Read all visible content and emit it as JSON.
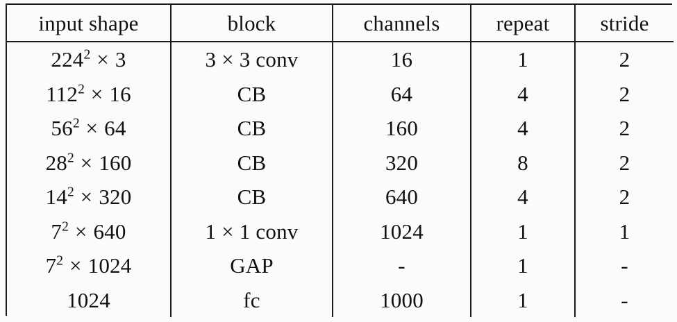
{
  "table": {
    "caption_present": false,
    "columns": [
      {
        "key": "input_shape",
        "label": "input shape"
      },
      {
        "key": "block",
        "label": "block"
      },
      {
        "key": "channels",
        "label": "channels"
      },
      {
        "key": "repeat",
        "label": "repeat"
      },
      {
        "key": "stride",
        "label": "stride"
      }
    ],
    "rows": [
      {
        "input_shape": {
          "base": "224",
          "exponent": "2",
          "times": "×",
          "factor": "3"
        },
        "input_shape_text": "224² × 3",
        "block": "3 × 3 conv",
        "channels": "16",
        "repeat": "1",
        "stride": "2"
      },
      {
        "input_shape": {
          "base": "112",
          "exponent": "2",
          "times": "×",
          "factor": "16"
        },
        "input_shape_text": "112² × 16",
        "block": "CB",
        "channels": "64",
        "repeat": "4",
        "stride": "2"
      },
      {
        "input_shape": {
          "base": "56",
          "exponent": "2",
          "times": "×",
          "factor": "64"
        },
        "input_shape_text": "56² × 64",
        "block": "CB",
        "channels": "160",
        "repeat": "4",
        "stride": "2"
      },
      {
        "input_shape": {
          "base": "28",
          "exponent": "2",
          "times": "×",
          "factor": "160"
        },
        "input_shape_text": "28² × 160",
        "block": "CB",
        "channels": "320",
        "repeat": "8",
        "stride": "2"
      },
      {
        "input_shape": {
          "base": "14",
          "exponent": "2",
          "times": "×",
          "factor": "320"
        },
        "input_shape_text": "14² × 320",
        "block": "CB",
        "channels": "640",
        "repeat": "4",
        "stride": "2"
      },
      {
        "input_shape": {
          "base": "7",
          "exponent": "2",
          "times": "×",
          "factor": "640"
        },
        "input_shape_text": "7² × 640",
        "block": "1 × 1 conv",
        "channels": "1024",
        "repeat": "1",
        "stride": "1"
      },
      {
        "input_shape": {
          "base": "7",
          "exponent": "2",
          "times": "×",
          "factor": "1024"
        },
        "input_shape_text": "7² × 1024",
        "block": "GAP",
        "channels": "-",
        "repeat": "1",
        "stride": "-"
      },
      {
        "input_shape": {
          "base": "1024",
          "exponent": "",
          "times": "",
          "factor": ""
        },
        "input_shape_text": "1024",
        "block": "fc",
        "channels": "1000",
        "repeat": "1",
        "stride": "-"
      }
    ]
  },
  "style": {
    "background_color": "#fbfbf9",
    "text_color": "#111111",
    "rule_color": "#1a1a1a"
  }
}
